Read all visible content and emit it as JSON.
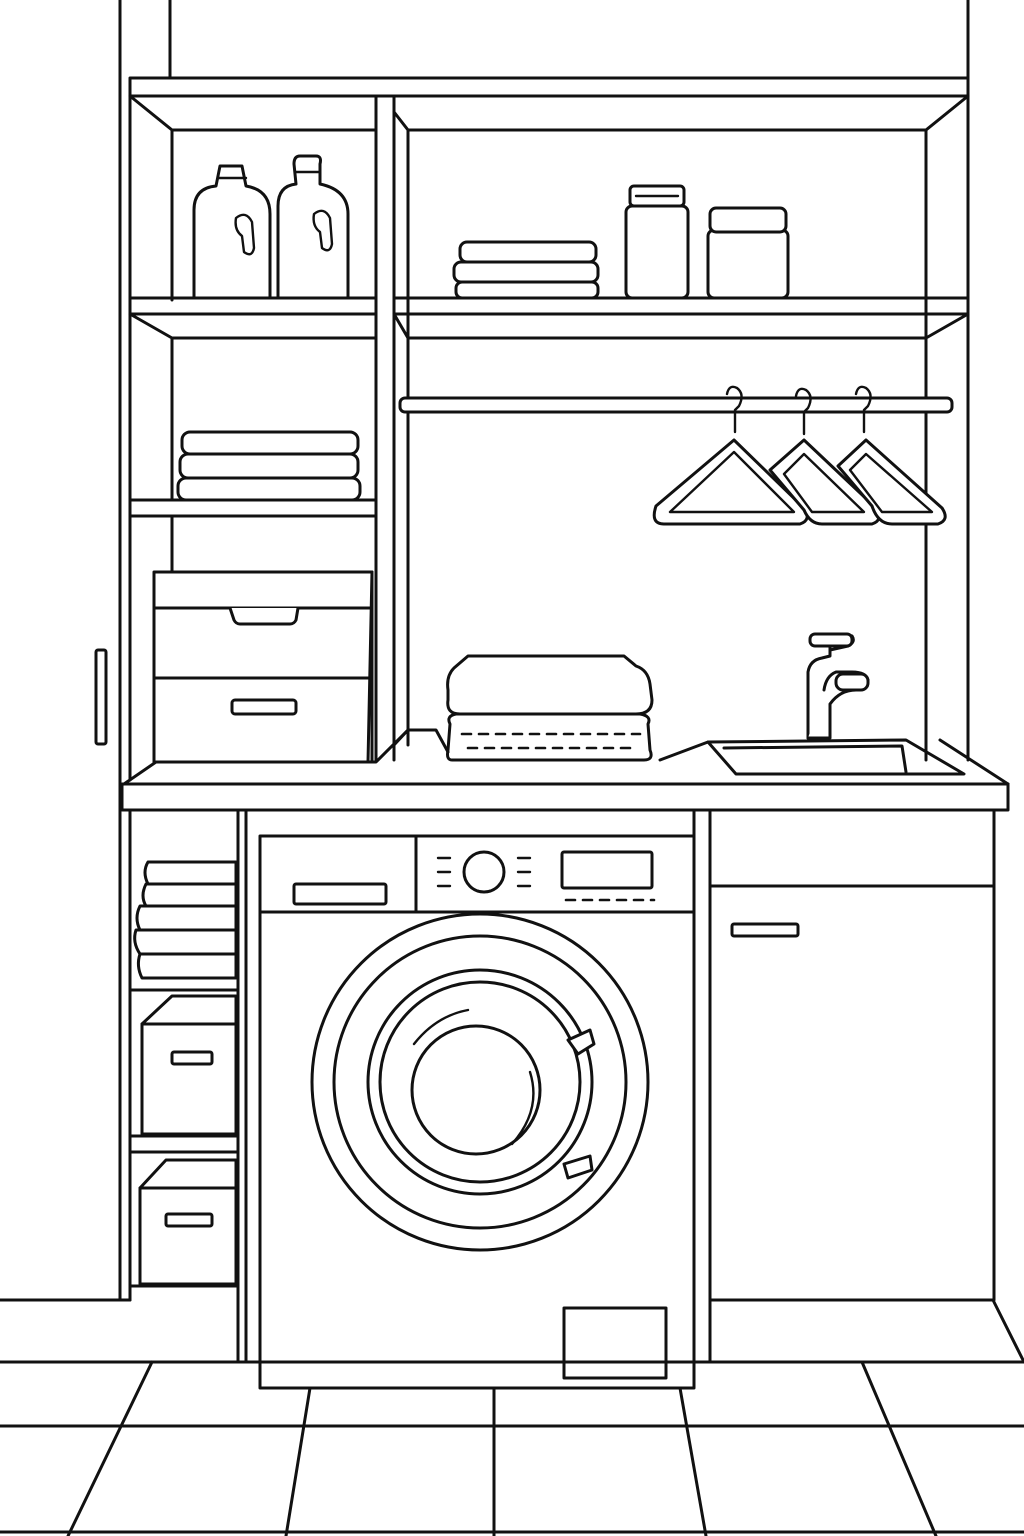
{
  "scene": {
    "line_color": "#111111",
    "background_color": "#ffffff",
    "style": "black line-art coloring page",
    "objects": [
      "cabinet-door-handle",
      "detergent-bottle",
      "folded-towels",
      "jars",
      "hanging-rod",
      "clothes-hangers",
      "storage-drawers",
      "folded-laundry",
      "faucet",
      "sink",
      "countertop",
      "washing-machine",
      "side-cabinet",
      "storage-boxes",
      "floor-tiles"
    ]
  }
}
